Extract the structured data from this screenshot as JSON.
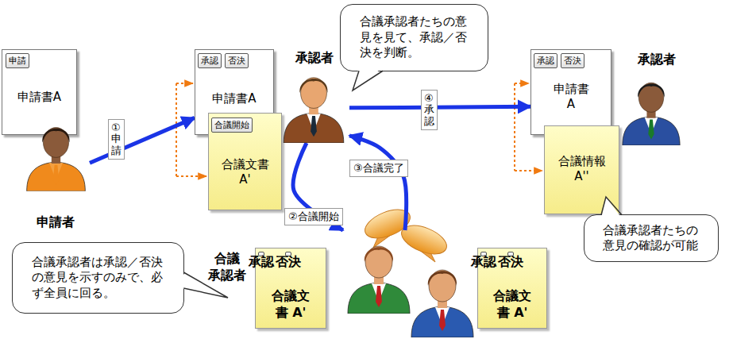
{
  "diagram": {
    "nodes": [
      {
        "text": [
          "申請書A"
        ]
      },
      {
        "text": [
          "申請"
        ],
        "in": 0
      },
      {
        "text": [
          "申請者"
        ]
      },
      {
        "text": [
          "申請書A"
        ]
      },
      {
        "text": [
          "承認"
        ],
        "in": 3
      },
      {
        "text": [
          "否決"
        ],
        "in": 3
      },
      {
        "text": [
          "合議文書 A'"
        ]
      },
      {
        "text": [
          "合議開始"
        ],
        "in": 6
      },
      {
        "text": [
          "承認者"
        ]
      },
      {
        "text": [
          "合議承認者たちの意見を見て、承認／否決を判断。"
        ]
      },
      {
        "text": [
          "申請書 A"
        ]
      },
      {
        "text": [
          "承認"
        ],
        "in": 10
      },
      {
        "text": [
          "否決"
        ],
        "in": 10
      },
      {
        "text": [
          "合議情報 A''"
        ]
      },
      {
        "text": [
          "承認者"
        ]
      },
      {
        "text": [
          "合議承認者たちの意見の確認が可能"
        ]
      },
      {
        "text": [
          "合議 承認者"
        ]
      },
      {
        "text": [
          "合議文書 A'"
        ],
        "in": 16
      },
      {
        "text": [
          "承認"
        ],
        "in": 17
      },
      {
        "text": [
          "否決"
        ],
        "in": 17
      },
      {
        "text": [
          "合議文書 A'"
        ],
        "in": 16
      },
      {
        "text": [
          "承認"
        ],
        "in": 20
      },
      {
        "text": [
          "否決"
        ],
        "in": 20
      },
      {
        "text": [
          "合議承認者は承認／否決の意見を示すのみで、必ず全員に回る。"
        ]
      }
    ],
    "edges": [
      {
        "from": 2,
        "to": 3,
        "label": "①申請",
        "arrow": "to"
      },
      {
        "from": 8,
        "to": 16,
        "label": "②合議開始",
        "arrow": "to"
      },
      {
        "from": 16,
        "to": 8,
        "label": "③合議完了",
        "arrow": "to"
      },
      {
        "from": 8,
        "to": 10,
        "label": "④承認",
        "arrow": "to"
      }
    ]
  }
}
